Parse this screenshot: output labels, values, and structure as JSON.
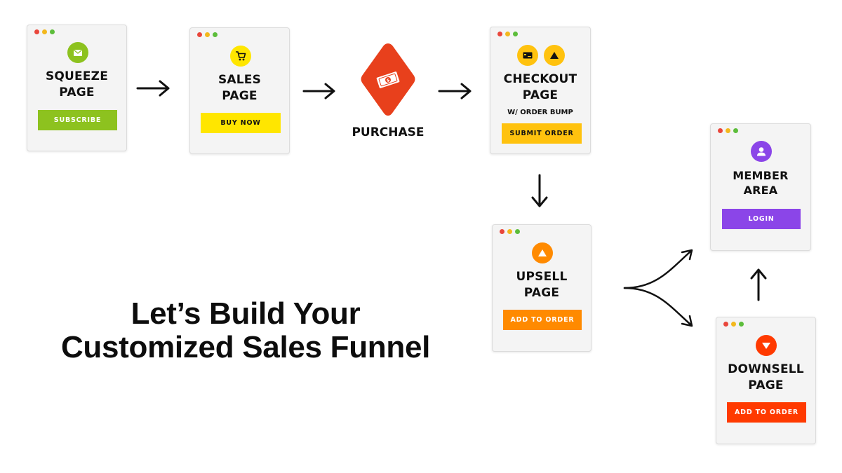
{
  "headline": {
    "line1": "Let’s Build Your",
    "line2": "Customized Sales Funnel"
  },
  "purchase": {
    "label": "PURCHASE",
    "icon": "money-bill-icon",
    "color": "#e8401c"
  },
  "squeeze": {
    "title": "SQUEEZE\nPAGE",
    "button": "SUBSCRIBE",
    "icon": "envelope-icon",
    "accent": "#8dc21f"
  },
  "sales": {
    "title": "SALES\nPAGE",
    "button": "BUY NOW",
    "icon": "cart-icon",
    "accent": "#ffe600"
  },
  "checkout": {
    "title": "CHECKOUT\nPAGE",
    "subtitle": "W/ ORDER BUMP",
    "button": "SUBMIT ORDER",
    "icons": [
      "credit-card-icon",
      "up-triangle-icon"
    ],
    "accent": "#ffc20e"
  },
  "upsell": {
    "title": "UPSELL\nPAGE",
    "button": "ADD TO ORDER",
    "icon": "up-triangle-icon",
    "accent": "#ff8a00"
  },
  "member": {
    "title": "MEMBER\nAREA",
    "button": "LOGIN",
    "icon": "user-icon",
    "accent": "#8b45e8"
  },
  "downsell": {
    "title": "DOWNSELL\nPAGE",
    "button": "ADD TO ORDER",
    "icon": "down-triangle-icon",
    "accent": "#ff3a00"
  }
}
